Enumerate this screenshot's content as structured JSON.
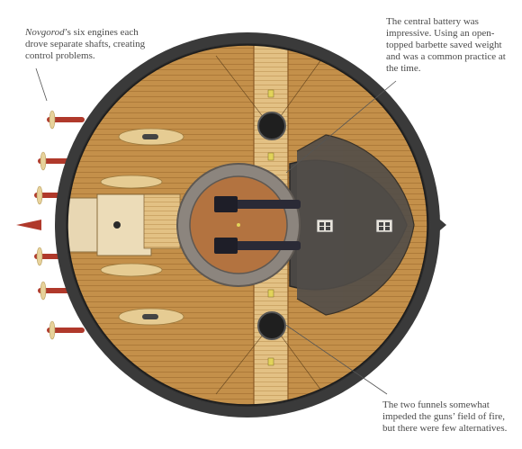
{
  "captions": {
    "engines_ship_name": "Novgorod",
    "engines_text": "’s six engines each drove separate shafts, creating control problems.",
    "battery_text": "The central battery was impressive. Using an open-topped barbette saved weight and was a common practice at the time.",
    "funnels_text": "The two funnels somewhat impeded the guns’ field of fire, but there were few alternatives."
  },
  "colors": {
    "hull": "#3a3a3a",
    "deck": "#c4904a",
    "plank_line": "#a87434",
    "walkway": "#e3c184",
    "barbette_ring": "#8c857e",
    "barbette_floor": "#b37340",
    "armour_plate": "#4a4744",
    "gun": "#2a2a36",
    "funnel": "#1f1f1f",
    "boat": "#e6cc93",
    "propeller": "#e7d29a",
    "shaft": "#b0392b",
    "leader_line": "#555555"
  },
  "icons": {
    "guns": "cannon-icon",
    "funnels": "funnel-icon",
    "propellers": "propeller-icon"
  }
}
